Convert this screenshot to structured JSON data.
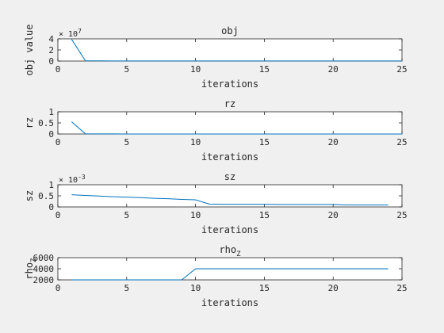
{
  "colors": {
    "series": "#0072bd",
    "background": "#f0f0f0",
    "axes_bg": "#ffffff",
    "axis": "#262626"
  },
  "chart_data": [
    {
      "type": "line",
      "title": "obj",
      "xlabel": "iterations",
      "ylabel": "obj value",
      "xlim": [
        0,
        25
      ],
      "ylim": [
        0,
        4
      ],
      "y_multiplier_label": "× 10",
      "y_multiplier_exp": "7",
      "xticks": [
        0,
        5,
        10,
        15,
        20,
        25
      ],
      "yticks": [
        0,
        2,
        4
      ],
      "grid": false,
      "series": [
        {
          "x": [
            1,
            2,
            3,
            4,
            5,
            6,
            7,
            8,
            9,
            10,
            11,
            12,
            13,
            14,
            15,
            16,
            17,
            18,
            19,
            20,
            21,
            22,
            23,
            24,
            25
          ],
          "y": [
            3.9,
            0.05,
            0.03,
            0.02,
            0.02,
            0.02,
            0.02,
            0.02,
            0.02,
            0.02,
            0.02,
            0.02,
            0.02,
            0.02,
            0.02,
            0.02,
            0.02,
            0.02,
            0.02,
            0.02,
            0.02,
            0.02,
            0.02,
            0.02,
            0.02
          ]
        }
      ]
    },
    {
      "type": "line",
      "title": "rz",
      "xlabel": "iterations",
      "ylabel": "rz",
      "xlim": [
        0,
        25
      ],
      "ylim": [
        0,
        1
      ],
      "xticks": [
        0,
        5,
        10,
        15,
        20,
        25
      ],
      "yticks": [
        0,
        0.5,
        1
      ],
      "grid": false,
      "series": [
        {
          "x": [
            1,
            2,
            3,
            4,
            5,
            6,
            7,
            8,
            9,
            10,
            11,
            12,
            13,
            14,
            15,
            16,
            17,
            18,
            19,
            20,
            21,
            22,
            23,
            24,
            25
          ],
          "y": [
            0.55,
            0.01,
            0.005,
            0.003,
            0.002,
            0.002,
            0.001,
            0.001,
            0.001,
            0.001,
            0.001,
            0.001,
            0.001,
            0.001,
            0.001,
            0.001,
            0.001,
            0.001,
            0.001,
            0.001,
            0.001,
            0.001,
            0.001,
            0.001,
            0.001
          ]
        }
      ]
    },
    {
      "type": "line",
      "title": "sz",
      "xlabel": "iterations",
      "ylabel": "sz",
      "xlim": [
        0,
        25
      ],
      "ylim": [
        0,
        1
      ],
      "y_multiplier_label": "× 10",
      "y_multiplier_exp": "-3",
      "xticks": [
        0,
        5,
        10,
        15,
        20,
        25
      ],
      "yticks": [
        0,
        0.5,
        1
      ],
      "grid": false,
      "series": [
        {
          "x": [
            1,
            2,
            3,
            4,
            5,
            6,
            7,
            8,
            9,
            10,
            11,
            12,
            13,
            14,
            15,
            16,
            17,
            18,
            19,
            20,
            21,
            22,
            23,
            24
          ],
          "y": [
            0.55,
            0.52,
            0.49,
            0.46,
            0.44,
            0.42,
            0.39,
            0.37,
            0.34,
            0.32,
            0.13,
            0.12,
            0.12,
            0.12,
            0.12,
            0.11,
            0.11,
            0.11,
            0.11,
            0.11,
            0.09,
            0.09,
            0.09,
            0.09
          ]
        }
      ]
    },
    {
      "type": "line",
      "title": "rho",
      "title_subscript": "Z",
      "xlabel": "iterations",
      "ylabel": "rho",
      "ylabel_subscript": "Z",
      "xlim": [
        0,
        25
      ],
      "ylim": [
        2000,
        6000
      ],
      "xticks": [
        0,
        5,
        10,
        15,
        20,
        25
      ],
      "yticks": [
        2000,
        4000,
        6000
      ],
      "grid": false,
      "series": [
        {
          "x": [
            1,
            2,
            3,
            4,
            5,
            6,
            7,
            8,
            9,
            10,
            11,
            12,
            13,
            14,
            15,
            16,
            17,
            18,
            19,
            20,
            21,
            22,
            23,
            24
          ],
          "y": [
            2000,
            2000,
            2000,
            2000,
            2000,
            2000,
            2000,
            2000,
            2000,
            4000,
            4000,
            4000,
            4000,
            4000,
            4000,
            4000,
            4000,
            4000,
            4000,
            4000,
            4000,
            4000,
            4000,
            4000
          ]
        }
      ]
    }
  ]
}
